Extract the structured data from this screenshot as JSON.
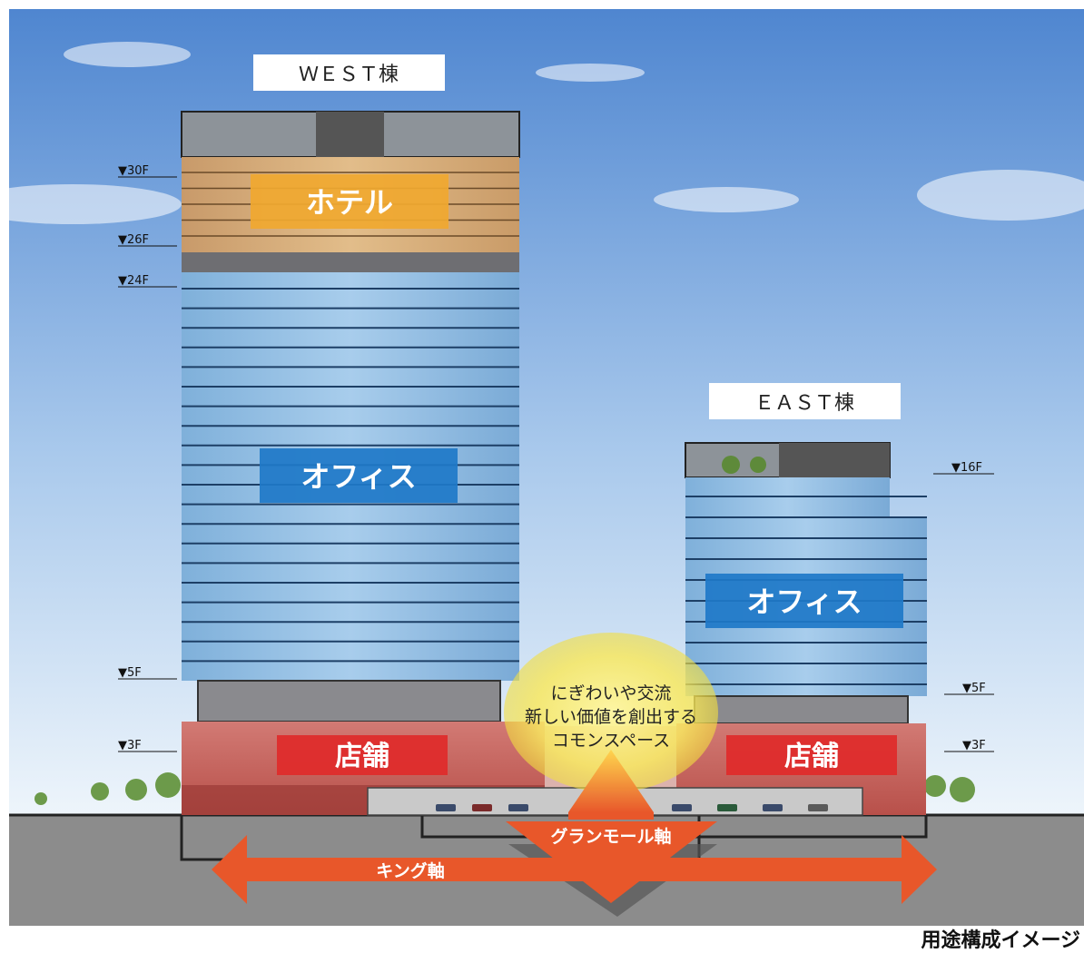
{
  "towers": {
    "west": {
      "name": "ＷＥＳＴ棟"
    },
    "east": {
      "name": "ＥＡＳＴ棟"
    }
  },
  "uses": {
    "hotel": "ホテル",
    "office": "オフィス",
    "retail": "店舗"
  },
  "floor_markers": {
    "west": [
      "▼30F",
      "▼26F",
      "▼24F",
      "▼5F",
      "▼3F"
    ],
    "east": [
      "▼16F",
      "▼5F",
      "▼3F"
    ]
  },
  "commons": {
    "line1": "にぎわいや交流",
    "line2": "新しい価値を創出する",
    "line3": "コモンスペース"
  },
  "axes": {
    "grand_mall": "グランモール軸",
    "king": "キング軸"
  },
  "caption": "用途構成イメージ",
  "colors": {
    "hotel": "#f0a830",
    "office": "#1e78c8",
    "retail": "#e03030",
    "arrow": "#e8572a",
    "ground": "#8a8a8a",
    "sky_top": "#4f86d0",
    "sky_bottom": "#e9f3fb"
  }
}
